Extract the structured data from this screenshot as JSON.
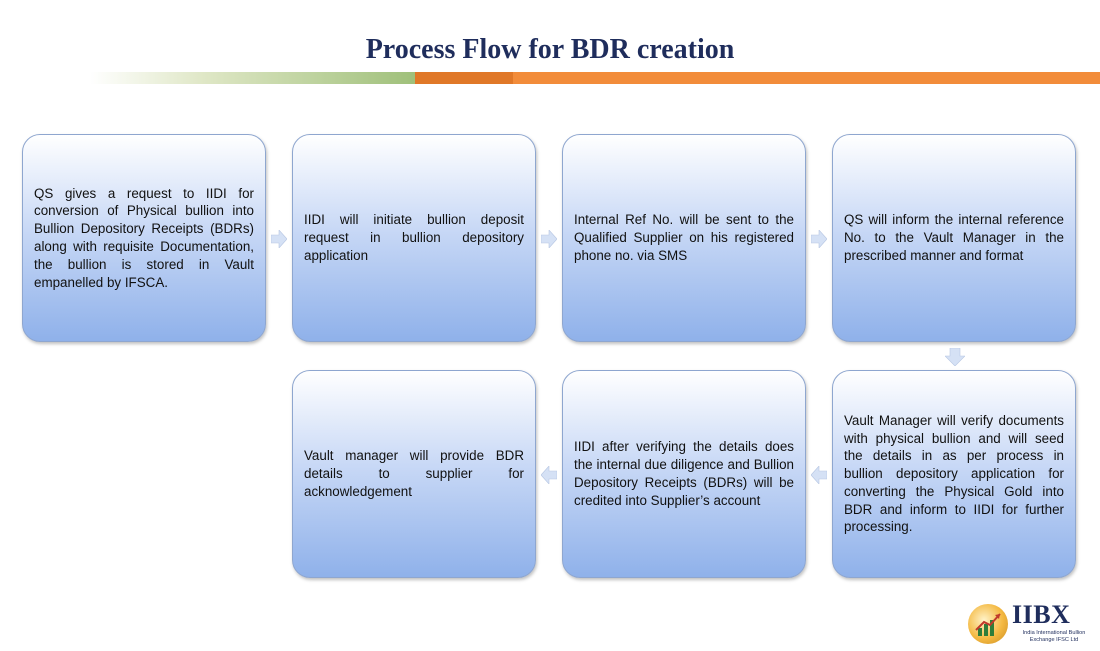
{
  "title": "Process Flow for BDR creation",
  "steps": [
    {
      "text": "QS gives a request to IIDI for conversion of Physical bullion into Bullion Depository Receipts (BDRs) along with requisite Documentation, the bullion is stored in Vault empanelled by IFSCA."
    },
    {
      "text": "IIDI will initiate bullion deposit request in bullion depository application"
    },
    {
      "text": "Internal Ref No. will be sent to the Qualified Supplier on his registered phone no. via SMS"
    },
    {
      "text": "QS will inform the internal reference No. to the Vault Manager in the prescribed manner and format"
    },
    {
      "text": "Vault Manager will verify documents with physical bullion and will seed the details in as per process in bullion depository application for converting the Physical Gold into BDR and inform to IIDI for further processing."
    },
    {
      "text": "IIDI after verifying the details does the internal due diligence and Bullion Depository Receipts (BDRs) will be credited into Supplier’s account"
    },
    {
      "text": "Vault manager will provide BDR details to supplier for acknowledgement"
    }
  ],
  "logo": {
    "name": "IIBX",
    "subtitle": "India International Bullion Exchange IFSC Ltd"
  },
  "colors": {
    "title": "#1f2d5c",
    "accent_orange": "#f28c3a",
    "accent_green": "#9fc07a",
    "box_gradient_end": "#8fb1ea"
  }
}
